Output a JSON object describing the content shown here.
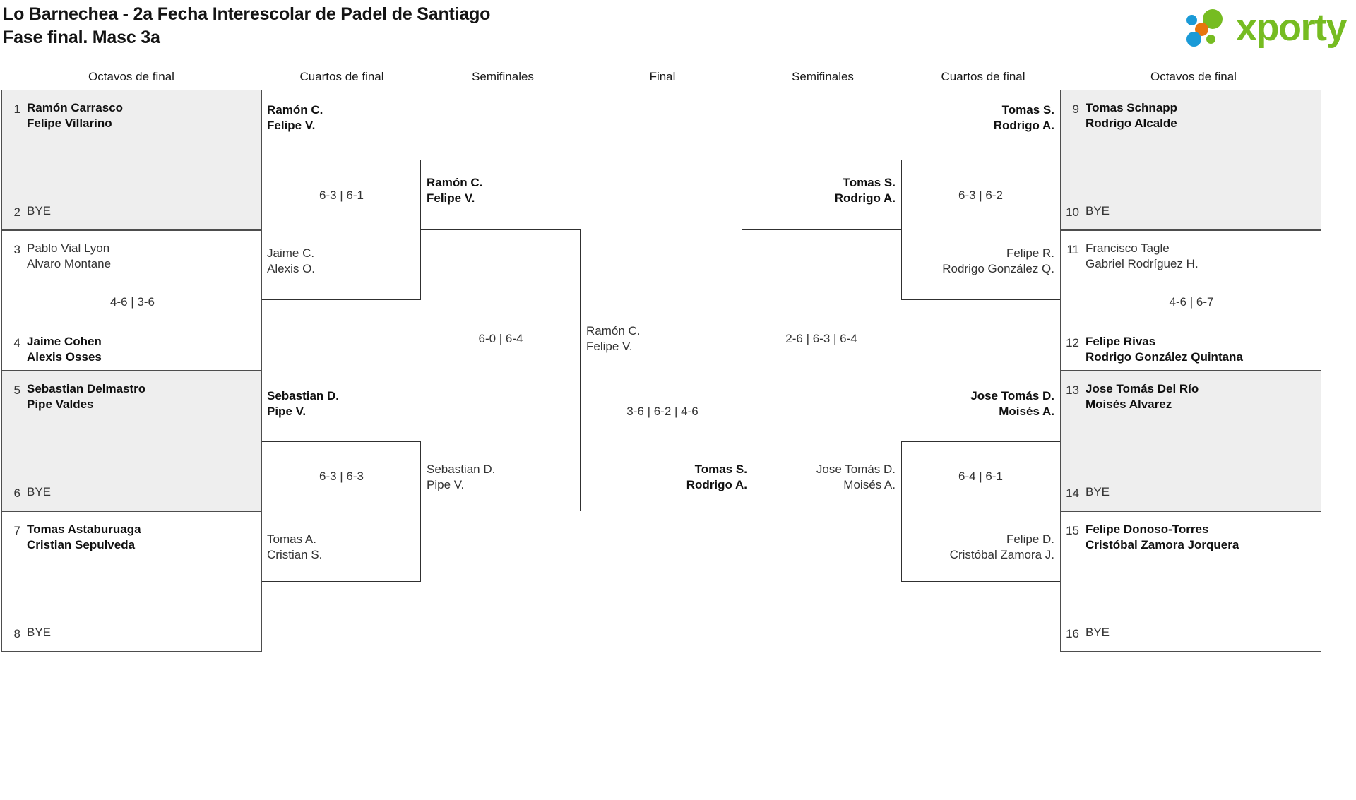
{
  "header": {
    "title_line1": "Lo Barnechea - 2a Fecha Interescolar de Padel de Santiago",
    "title_line2": "Fase final. Masc 3a",
    "logo_word": "xporty"
  },
  "round_labels": {
    "left_octavos": "Octavos de final",
    "left_cuartos": "Cuartos de final",
    "left_semis": "Semifinales",
    "final": "Final",
    "right_semis": "Semifinales",
    "right_cuartos": "Cuartos de final",
    "right_octavos": "Octavos de final"
  },
  "left_octavos": {
    "match1": {
      "top": {
        "seed": "1",
        "p1": "Ramón Carrasco",
        "p2": "Felipe Villarino"
      },
      "bottom": {
        "seed": "2",
        "p1": "BYE",
        "p2": ""
      },
      "score": ""
    },
    "match2": {
      "top": {
        "seed": "3",
        "p1": "Pablo Vial Lyon",
        "p2": "Alvaro Montane"
      },
      "bottom": {
        "seed": "4",
        "p1": "Jaime Cohen",
        "p2": "Alexis Osses"
      },
      "score": "4-6 | 3-6"
    },
    "match3": {
      "top": {
        "seed": "5",
        "p1": "Sebastian Delmastro",
        "p2": "Pipe Valdes"
      },
      "bottom": {
        "seed": "6",
        "p1": "BYE",
        "p2": ""
      },
      "score": ""
    },
    "match4": {
      "top": {
        "seed": "7",
        "p1": "Tomas Astaburuaga",
        "p2": "Cristian Sepulveda"
      },
      "bottom": {
        "seed": "8",
        "p1": "BYE",
        "p2": ""
      },
      "score": ""
    }
  },
  "right_octavos": {
    "match1": {
      "top": {
        "seed": "9",
        "p1": "Tomas Schnapp",
        "p2": "Rodrigo Alcalde"
      },
      "bottom": {
        "seed": "10",
        "p1": "BYE",
        "p2": ""
      },
      "score": ""
    },
    "match2": {
      "top": {
        "seed": "11",
        "p1": "Francisco Tagle",
        "p2": "Gabriel Rodríguez H."
      },
      "bottom": {
        "seed": "12",
        "p1": "Felipe Rivas",
        "p2": "Rodrigo González Quintana"
      },
      "score": "4-6 | 6-7"
    },
    "match3": {
      "top": {
        "seed": "13",
        "p1": "Jose Tomás Del Río",
        "p2": "Moisés Alvarez"
      },
      "bottom": {
        "seed": "14",
        "p1": "BYE",
        "p2": ""
      },
      "score": ""
    },
    "match4": {
      "top": {
        "seed": "15",
        "p1": "Felipe Donoso-Torres",
        "p2": "Cristóbal Zamora Jorquera"
      },
      "bottom": {
        "seed": "16",
        "p1": "BYE",
        "p2": ""
      },
      "score": ""
    }
  },
  "left_cuartos": {
    "match1": {
      "top": {
        "p1": "Ramón C.",
        "p2": "Felipe V."
      },
      "bottom": {
        "p1": "Jaime C.",
        "p2": "Alexis O."
      },
      "score": "6-3 | 6-1"
    },
    "match2": {
      "top": {
        "p1": "Sebastian D.",
        "p2": "Pipe V."
      },
      "bottom": {
        "p1": "Tomas A.",
        "p2": "Cristian S."
      },
      "score": "6-3 | 6-3"
    }
  },
  "right_cuartos": {
    "match1": {
      "top": {
        "p1": "Tomas S.",
        "p2": "Rodrigo A."
      },
      "bottom": {
        "p1": "Felipe R.",
        "p2": "Rodrigo González Q."
      },
      "score": "6-3 | 6-2"
    },
    "match2": {
      "top": {
        "p1": "Jose Tomás D.",
        "p2": "Moisés A."
      },
      "bottom": {
        "p1": "Felipe D.",
        "p2": "Cristóbal Zamora J."
      },
      "score": "6-4 | 6-1"
    }
  },
  "left_semis": {
    "match1": {
      "top": {
        "p1": "Ramón C.",
        "p2": "Felipe V."
      },
      "bottom": {
        "p1": "Sebastian D.",
        "p2": "Pipe V."
      },
      "score": "6-0 | 6-4"
    }
  },
  "right_semis": {
    "match1": {
      "top": {
        "p1": "Tomas S.",
        "p2": "Rodrigo A."
      },
      "bottom": {
        "p1": "Jose Tomás D.",
        "p2": "Moisés A."
      },
      "score": "2-6 | 6-3 | 6-4"
    }
  },
  "final": {
    "left_finalist": {
      "p1": "Ramón C.",
      "p2": "Felipe V."
    },
    "right_finalist": {
      "p1": "Tomas S.",
      "p2": "Rodrigo A."
    },
    "score": "3-6 | 6-2 | 4-6"
  }
}
